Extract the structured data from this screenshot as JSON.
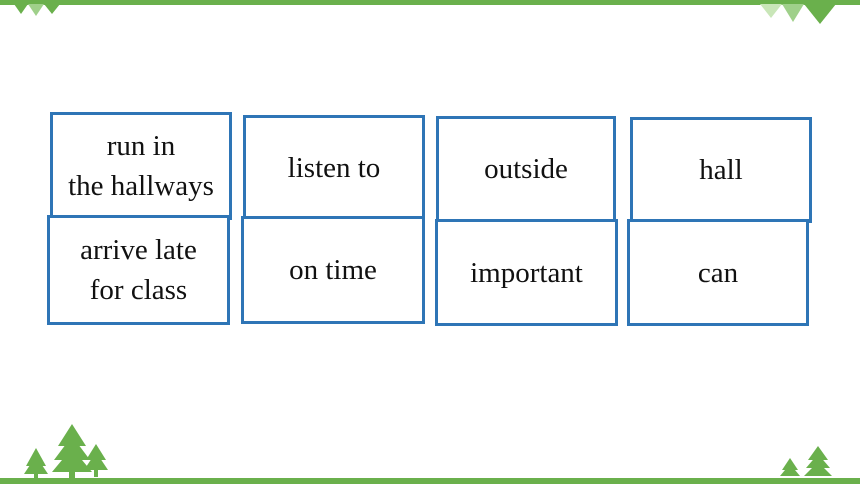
{
  "colors": {
    "accent_green": "#6ab04c",
    "card_border": "#2e75b6",
    "text": "#111111"
  },
  "decorations": [
    "triangle-pattern-icon",
    "pine-tree-icon"
  ],
  "cards": [
    {
      "text": "run in\nthe hallways"
    },
    {
      "text": "listen to"
    },
    {
      "text": "outside"
    },
    {
      "text": "hall"
    },
    {
      "text": "arrive late\nfor class"
    },
    {
      "text": "on time"
    },
    {
      "text": "important"
    },
    {
      "text": "can"
    }
  ]
}
